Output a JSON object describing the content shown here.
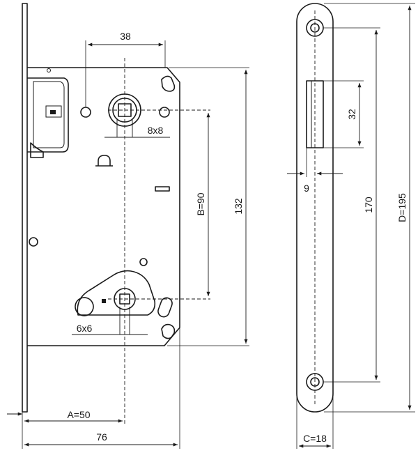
{
  "dimensions": {
    "width_38": "38",
    "spindle_8x8": "8x8",
    "backset_b90": "B=90",
    "height_132": "132",
    "spindle_6x6": "6x6",
    "backset_a50": "A=50",
    "depth_76": "76",
    "latch_32": "32",
    "offset_9": "9",
    "screws_170": "170",
    "plate_d195": "D=195",
    "plate_c18": "C=18"
  },
  "colors": {
    "line": "#1a1a1a",
    "background": "#ffffff"
  }
}
